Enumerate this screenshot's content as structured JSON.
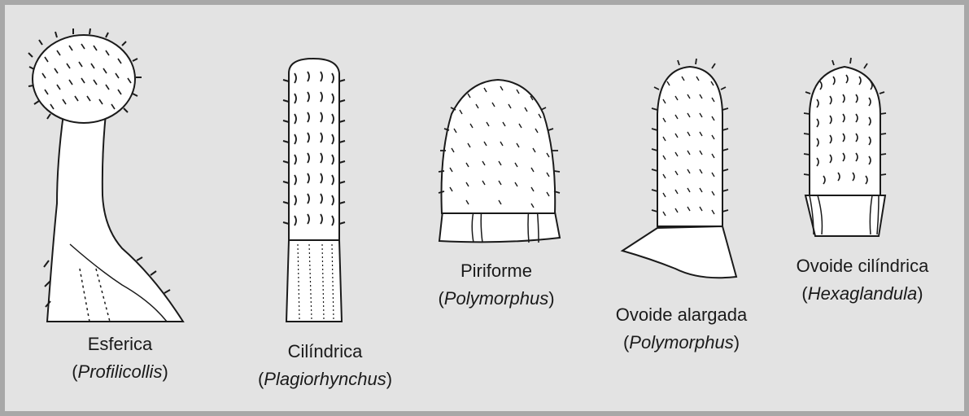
{
  "colors": {
    "background": "#e3e3e3",
    "border": "#a8a8a8",
    "ink": "#1a1a1a",
    "specimen_fill": "#ffffff"
  },
  "specimens": [
    {
      "name": "Esferica",
      "genus": "Profilicollis",
      "icon": "spherical-proboscis"
    },
    {
      "name": "Cilíndrica",
      "genus": "Plagiorhynchus",
      "icon": "cylindrical-proboscis"
    },
    {
      "name": "Piriforme",
      "genus": "Polymorphus",
      "icon": "pyriform-proboscis"
    },
    {
      "name": "Ovoide alargada",
      "genus": "Polymorphus",
      "icon": "elongated-ovoid-proboscis"
    },
    {
      "name": "Ovoide cilíndrica",
      "genus": "Hexaglandula",
      "icon": "cylindrical-ovoid-proboscis"
    }
  ]
}
